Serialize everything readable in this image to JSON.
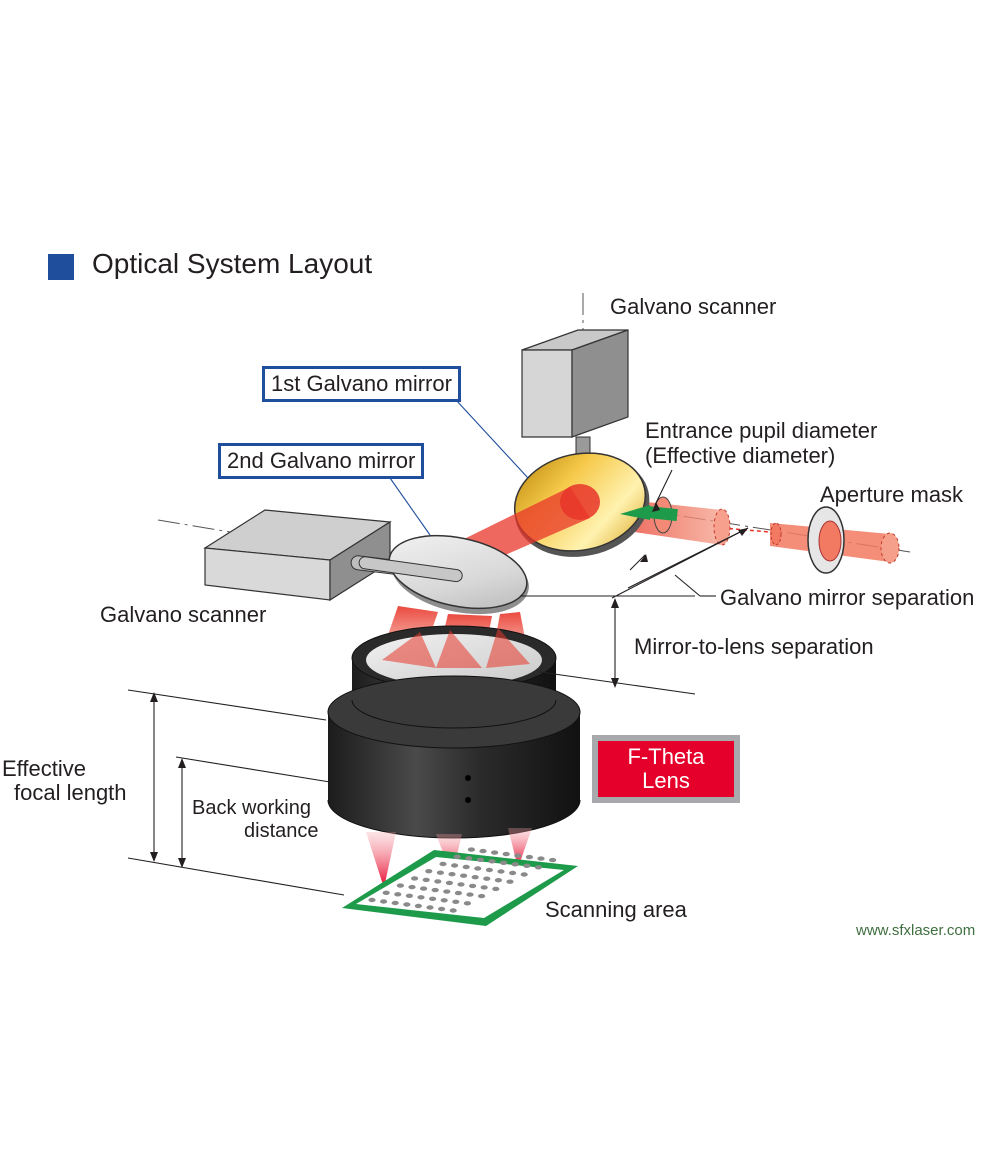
{
  "title": "Optical System Layout",
  "labels": {
    "galvano_scanner_top": "Galvano scanner",
    "first_mirror": "1st Galvano mirror",
    "second_mirror": "2nd Galvano mirror",
    "entrance_pupil_line1": "Entrance pupil diameter",
    "entrance_pupil_line2": "(Effective diameter)",
    "aperture_mask": "Aperture mask",
    "galvano_scanner_left": "Galvano scanner",
    "mirror_separation": "Galvano mirror separation",
    "mirror_to_lens": "Mirror-to-lens separation",
    "effective_focal_line1": "Effective",
    "effective_focal_line2": "focal length",
    "back_working_line1": "Back working",
    "back_working_line2": "distance",
    "ftheta_line1": "F-Theta",
    "ftheta_line2": "Lens",
    "scanning_area": "Scanning area"
  },
  "watermark": "www.sfxlaser.com",
  "colors": {
    "title_square": "#1f4e9c",
    "box_border": "#1f4e9c",
    "laser": "#e8352a",
    "ftheta_red": "#e4002b",
    "scan_area_green": "#1e9b4a",
    "watermark": "#3f6f3f"
  }
}
